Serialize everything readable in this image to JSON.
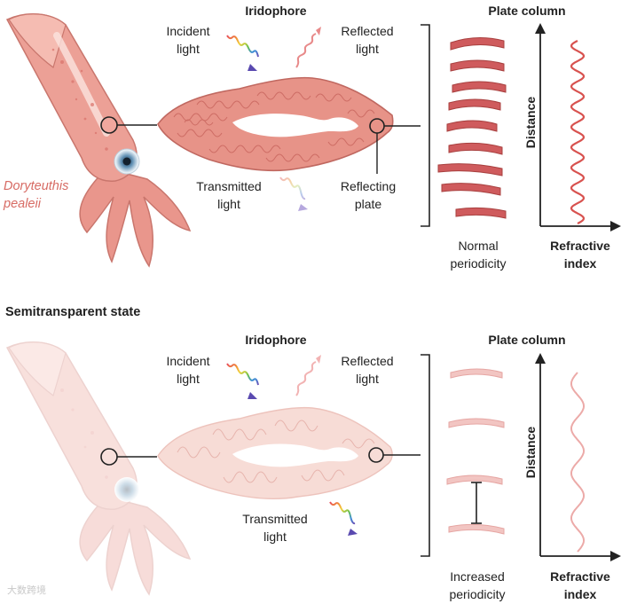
{
  "species": "Doryteuthis pealeii",
  "species_line1": "Doryteuthis",
  "species_line2": "pealeii",
  "section_heading": "Semitransparent state",
  "top": {
    "iridophore": "Iridophore",
    "incident": "Incident\nlight",
    "reflected": "Reflected\nlight",
    "transmitted": "Transmitted\nlight",
    "reflecting_plate": "Reflecting\nplate",
    "plate_column": "Plate column",
    "periodicity": "Normal\nperiodicity",
    "y_axis": "Distance",
    "x_axis": "Refractive\nindex"
  },
  "bottom": {
    "iridophore": "Iridophore",
    "incident": "Incident\nlight",
    "reflected": "Reflected\nlight",
    "transmitted": "Transmitted\nlight",
    "plate_column": "Plate column",
    "periodicity": "Increased\nperiodicity",
    "y_axis": "Distance",
    "x_axis": "Refractive\nindex"
  },
  "watermark": "大数跨境",
  "colors": {
    "squid_body": "#e9968c",
    "squid_fin": "#f1ada3",
    "cell_fill": "#e79388",
    "cell_fill_faded": "#f7dcd6",
    "plate_fill": "#cf5b5d",
    "plate_fill_faded": "#f2c5c2",
    "wave_stroke": "#d8524f",
    "wave_stroke_faded": "#ecaaa8",
    "label_italic": "#d76b64"
  },
  "icons": [
    "squid-illustration",
    "rainbow-arrow-icon",
    "magnifier-circle-icon"
  ]
}
